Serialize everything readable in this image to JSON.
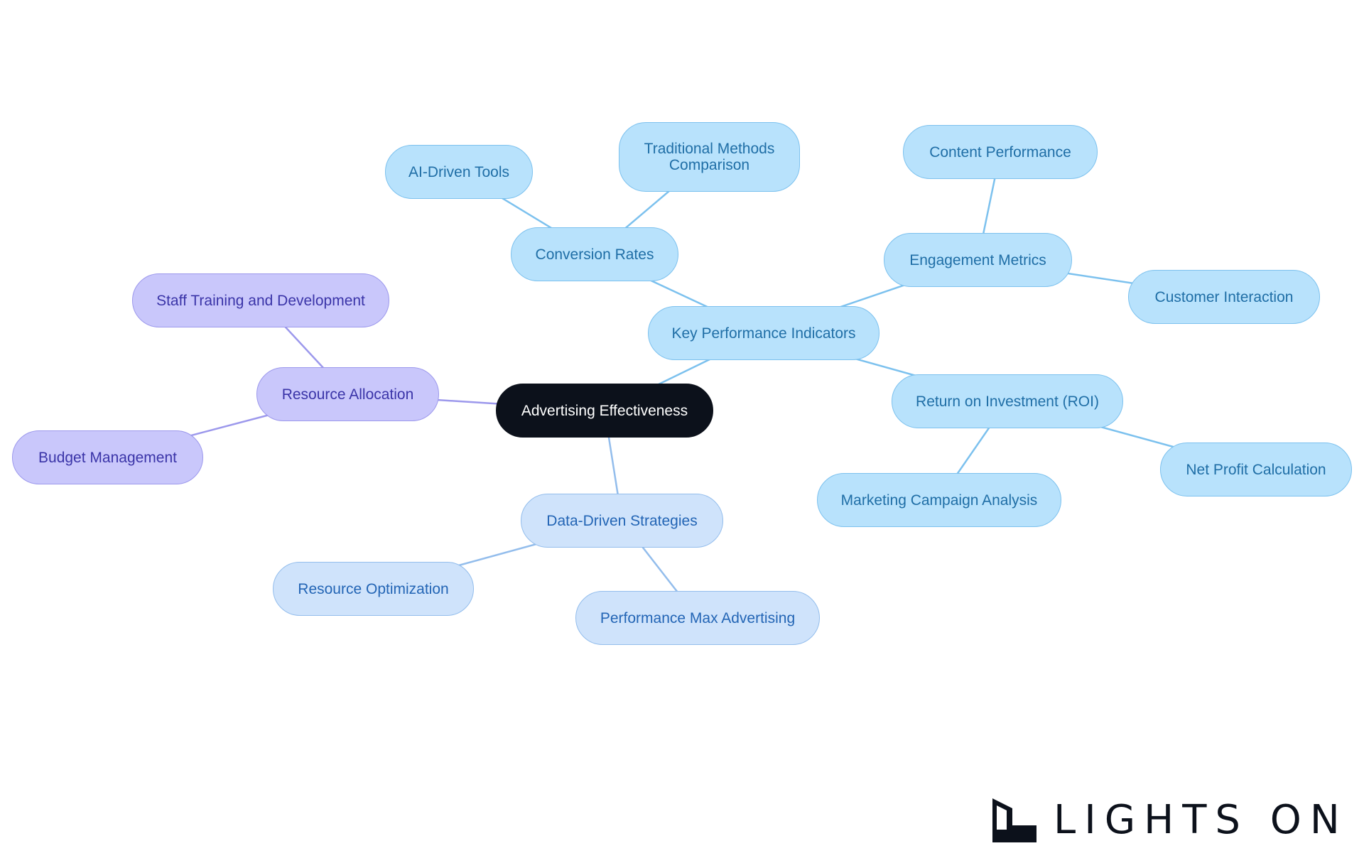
{
  "colors": {
    "root_fill": "#0c111b",
    "kpi_branch": "#b8e2fc",
    "kpi_edge": "#7cc1ee",
    "strategy_branch": "#cfe3fb",
    "strategy_edge": "#93bdec",
    "resource_branch": "#c9c7fb",
    "resource_edge": "#9c98ec"
  },
  "mindmap": {
    "root": "Advertising Effectiveness",
    "nodes": {
      "kpi": "Key Performance Indicators",
      "conversion_rates": "Conversion Rates",
      "ai_tools": "AI-Driven Tools",
      "traditional_comparison": "Traditional Methods\nComparison",
      "engagement_metrics": "Engagement Metrics",
      "content_performance": "Content Performance",
      "customer_interaction": "Customer Interaction",
      "roi": "Return on Investment (ROI)",
      "net_profit": "Net Profit Calculation",
      "campaign_analysis": "Marketing Campaign Analysis",
      "data_strategies": "Data-Driven Strategies",
      "resource_optimization": "Resource Optimization",
      "performance_max": "Performance Max Advertising",
      "resource_allocation": "Resource Allocation",
      "staff_training": "Staff Training and Development",
      "budget_management": "Budget Management"
    }
  },
  "logo": {
    "text": "LIGHTS ON",
    "icon": "building-logo-icon"
  }
}
